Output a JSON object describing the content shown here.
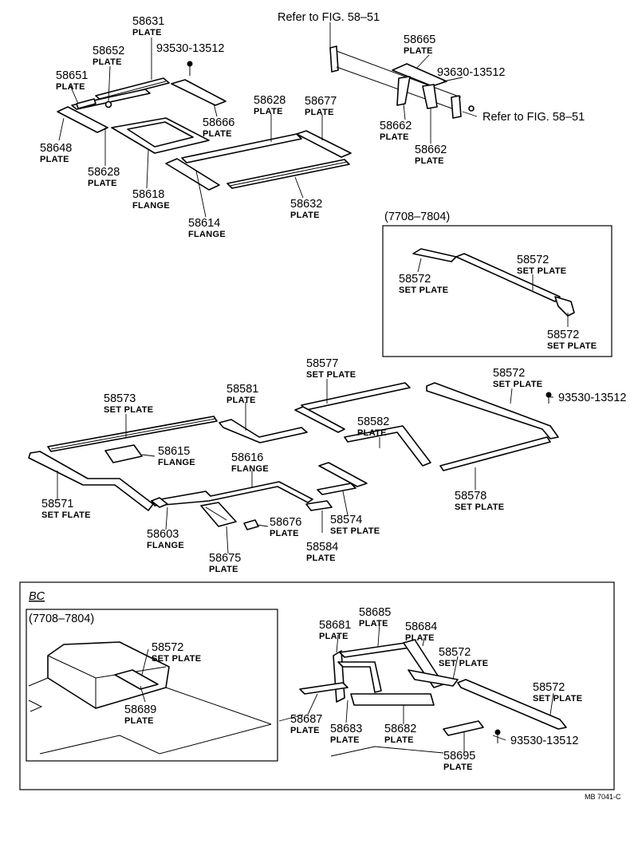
{
  "references": {
    "fig_top": "Refer to FIG. 58–51",
    "fig_right": "Refer to FIG. 58–51"
  },
  "inset_top": {
    "label": "(7708–7804)"
  },
  "bc_section": {
    "title": "BC",
    "inset_label": "(7708–7804)"
  },
  "footer": {
    "code": "MB 7041-C"
  },
  "labels": [
    {
      "id": "l1",
      "num": "58631",
      "name": "PLATE"
    },
    {
      "id": "l2",
      "num": "58652",
      "name": "PLATE"
    },
    {
      "id": "l3",
      "num": "93530-13512",
      "name": ""
    },
    {
      "id": "l4",
      "num": "58651",
      "name": "PLATE"
    },
    {
      "id": "l5",
      "num": "58666",
      "name": "PLATE"
    },
    {
      "id": "l6",
      "num": "58648",
      "name": "PLATE"
    },
    {
      "id": "l7",
      "num": "58628",
      "name": "PLATE"
    },
    {
      "id": "l8",
      "num": "58618",
      "name": "FLANGE"
    },
    {
      "id": "l9",
      "num": "58614",
      "name": "FLANGE"
    },
    {
      "id": "l10",
      "num": "58628",
      "name": "PLATE"
    },
    {
      "id": "l11",
      "num": "58677",
      "name": "PLATE"
    },
    {
      "id": "l12",
      "num": "58632",
      "name": "PLATE"
    },
    {
      "id": "l13",
      "num": "58665",
      "name": "PLATE"
    },
    {
      "id": "l14",
      "num": "93630-13512",
      "name": ""
    },
    {
      "id": "l15",
      "num": "58662",
      "name": "PLATE"
    },
    {
      "id": "l16",
      "num": "58662",
      "name": "PLATE"
    },
    {
      "id": "l17",
      "num": "58572",
      "name": "SET PLATE"
    },
    {
      "id": "l18",
      "num": "58572",
      "name": "SET PLATE"
    },
    {
      "id": "l19",
      "num": "58572",
      "name": "SET PLATE"
    },
    {
      "id": "l20",
      "num": "58577",
      "name": "SET PLATE"
    },
    {
      "id": "l21",
      "num": "58581",
      "name": "PLATE"
    },
    {
      "id": "l22",
      "num": "58573",
      "name": "SET PLATE"
    },
    {
      "id": "l23",
      "num": "58572",
      "name": "SET PLATE"
    },
    {
      "id": "l24",
      "num": "93530-13512",
      "name": ""
    },
    {
      "id": "l25",
      "num": "58582",
      "name": "PLATE"
    },
    {
      "id": "l26",
      "num": "58615",
      "name": "FLANGE"
    },
    {
      "id": "l27",
      "num": "58616",
      "name": "FLANGE"
    },
    {
      "id": "l28",
      "num": "58571",
      "name": "SET FLATE"
    },
    {
      "id": "l29",
      "num": "58578",
      "name": "SET PLATE"
    },
    {
      "id": "l30",
      "num": "58574",
      "name": "SET PLATE"
    },
    {
      "id": "l31",
      "num": "58676",
      "name": "PLATE"
    },
    {
      "id": "l32",
      "num": "58603",
      "name": "FLANGE"
    },
    {
      "id": "l33",
      "num": "58584",
      "name": "PLATE"
    },
    {
      "id": "l34",
      "num": "58675",
      "name": "PLATE"
    },
    {
      "id": "l35",
      "num": "58572",
      "name": "SET PLATE"
    },
    {
      "id": "l36",
      "num": "58689",
      "name": "PLATE"
    },
    {
      "id": "l37",
      "num": "58685",
      "name": "PLATE"
    },
    {
      "id": "l38",
      "num": "58681",
      "name": "PLATE"
    },
    {
      "id": "l39",
      "num": "58684",
      "name": "PLATE"
    },
    {
      "id": "l40",
      "num": "58572",
      "name": "SET PLATE"
    },
    {
      "id": "l41",
      "num": "58572",
      "name": "SET PLATE"
    },
    {
      "id": "l42",
      "num": "58687",
      "name": "PLATE"
    },
    {
      "id": "l43",
      "num": "58683",
      "name": "PLATE"
    },
    {
      "id": "l44",
      "num": "58682",
      "name": "PLATE"
    },
    {
      "id": "l45",
      "num": "93530-13512",
      "name": ""
    },
    {
      "id": "l46",
      "num": "58695",
      "name": "PLATE"
    }
  ]
}
